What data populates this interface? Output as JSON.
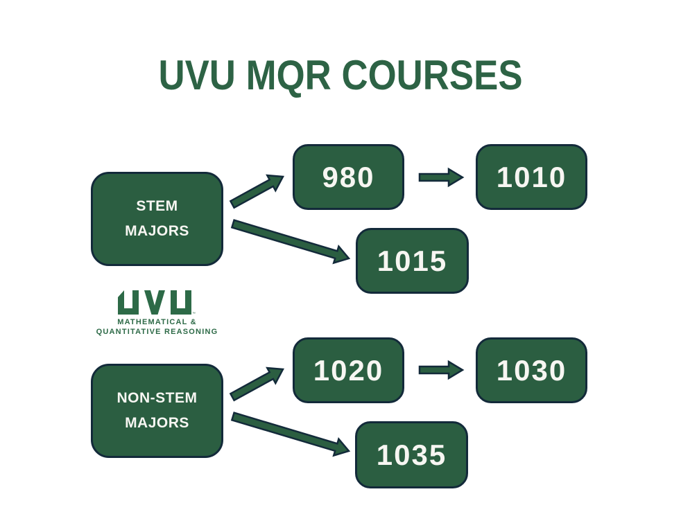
{
  "title": "UVU MQR COURSES",
  "colors": {
    "box_green": "#2b5e41",
    "title_green": "#2d6345",
    "logo_green": "#2d6a47",
    "outline_navy": "#132a3a",
    "text_white": "#f7f6f2",
    "background": "#ffffff"
  },
  "logo": {
    "wordmark": "UVU",
    "trademark": "™",
    "line1": "MATHEMATICAL &",
    "line2": "QUANTITATIVE REASONING"
  },
  "diagram": {
    "nodes": {
      "stem": {
        "line1": "STEM",
        "line2": "MAJORS"
      },
      "c980": {
        "label": "980"
      },
      "c1010": {
        "label": "1010"
      },
      "c1015": {
        "label": "1015"
      },
      "nonstem": {
        "line1": "NON-STEM",
        "line2": "MAJORS"
      },
      "c1020": {
        "label": "1020"
      },
      "c1030": {
        "label": "1030"
      },
      "c1035": {
        "label": "1035"
      }
    },
    "edges": [
      {
        "from": "STEM MAJORS",
        "to": "980",
        "label": "STEM MAJORS to 980"
      },
      {
        "from": "STEM MAJORS",
        "to": "1015",
        "label": "STEM MAJORS to 1015"
      },
      {
        "from": "980",
        "to": "1010",
        "label": "980 to 1010"
      },
      {
        "from": "NON-STEM MAJORS",
        "to": "1020",
        "label": "NON-STEM MAJORS to 1020"
      },
      {
        "from": "NON-STEM MAJORS",
        "to": "1035",
        "label": "NON-STEM MAJORS to 1035"
      },
      {
        "from": "1020",
        "to": "1030",
        "label": "1020 to 1030"
      }
    ]
  }
}
